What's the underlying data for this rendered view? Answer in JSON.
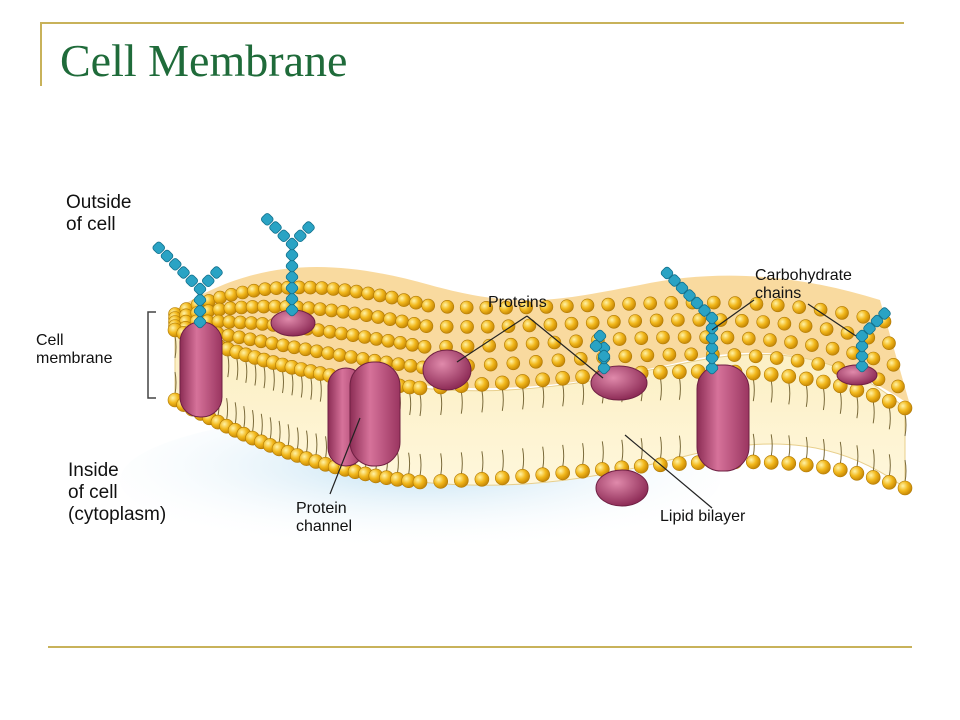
{
  "title": "Cell Membrane",
  "labels": {
    "outside": [
      "Outside",
      "of cell"
    ],
    "cell_membrane": [
      "Cell",
      "membrane"
    ],
    "inside": [
      "Inside",
      "of cell",
      "(cytoplasm)"
    ],
    "proteins": "Proteins",
    "carbohydrate_chains": [
      "Carbohydrate",
      "chains"
    ],
    "protein_channel": [
      "Protein",
      "channel"
    ],
    "lipid_bilayer": "Lipid bilayer"
  },
  "colors": {
    "title": "#1f6b3a",
    "frame": "#c8b25a",
    "lipid_head": "#f2b81c",
    "lipid_tail": "#7a6a3a",
    "protein": "#b8436e",
    "carbohydrate": "#2aa3c4",
    "membrane_top": "#f8d48e",
    "shadow": "#bfe0f2"
  }
}
